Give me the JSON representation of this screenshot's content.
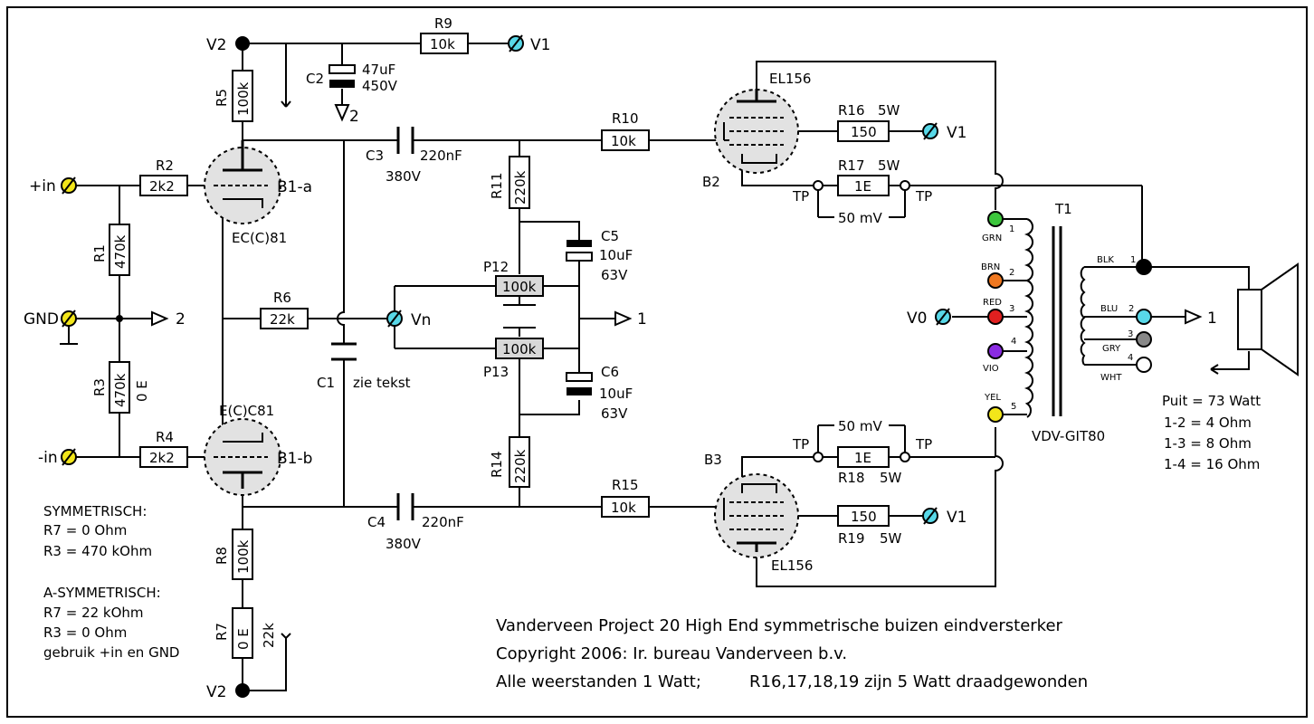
{
  "colors": {
    "yellow": "#f2e61a",
    "cyan": "#58d8e8",
    "green": "#3cc63c",
    "orange": "#f07820",
    "red": "#e02020",
    "violet": "#8a2be2",
    "gray": "#888888",
    "white": "#ffffff",
    "black": "#000000"
  },
  "rails": {
    "v2_top": "V2",
    "v2_bottom": "V2",
    "v1_r9": "V1",
    "v1_r16": "V1",
    "v1_r19": "V1",
    "vn": "Vn",
    "v0": "V0"
  },
  "inputs": {
    "plus_in": "+in",
    "gnd": "GND",
    "minus_in": "-in"
  },
  "refs": {
    "two": "2",
    "one": "1"
  },
  "resistors": {
    "r1": {
      "name": "R1",
      "value": "470k"
    },
    "r2": {
      "name": "R2",
      "value": "2k2"
    },
    "r3": {
      "name": "R3",
      "value": "470k",
      "alt": "0 E"
    },
    "r4": {
      "name": "R4",
      "value": "2k2"
    },
    "r5": {
      "name": "R5",
      "value": "100k"
    },
    "r6": {
      "name": "R6",
      "value": "22k"
    },
    "r7": {
      "name": "R7",
      "value": "0 E",
      "alt": "22k"
    },
    "r8": {
      "name": "R8",
      "value": "100k"
    },
    "r9": {
      "name": "R9",
      "value": "10k"
    },
    "r10": {
      "name": "R10",
      "value": "10k"
    },
    "r11": {
      "name": "R11",
      "value": "220k"
    },
    "r14": {
      "name": "R14",
      "value": "220k"
    },
    "r15": {
      "name": "R15",
      "value": "10k"
    },
    "r16": {
      "name": "R16",
      "value": "150",
      "power": "5W"
    },
    "r17": {
      "name": "R17",
      "value": "1E",
      "power": "5W"
    },
    "r18": {
      "name": "R18",
      "value": "1E",
      "power": "5W"
    },
    "r19": {
      "name": "R19",
      "value": "150",
      "power": "5W"
    }
  },
  "pots": {
    "p12": {
      "name": "P12",
      "value": "100k"
    },
    "p13": {
      "name": "P13",
      "value": "100k"
    }
  },
  "caps": {
    "c1": {
      "name": "C1",
      "value": "zie tekst"
    },
    "c2": {
      "name": "C2",
      "value": "47uF",
      "voltage": "450V"
    },
    "c3": {
      "name": "C3",
      "value": "220nF",
      "voltage": "380V"
    },
    "c4": {
      "name": "C4",
      "value": "220nF",
      "voltage": "380V"
    },
    "c5": {
      "name": "C5",
      "value": "10uF",
      "voltage": "63V"
    },
    "c6": {
      "name": "C6",
      "value": "10uF",
      "voltage": "63V"
    }
  },
  "tubes": {
    "b1a": "B1-a",
    "b1a_type": "EC(C)81",
    "b1b": "B1-b",
    "b1b_type": "E(C)C81",
    "b2": "B2",
    "b2_type": "EL156",
    "b3": "B3",
    "b3_type": "EL156"
  },
  "testpoints": {
    "tp": "TP",
    "mv_top": "50 mV",
    "mv_bottom": "50 mV"
  },
  "transformer": {
    "name": "T1",
    "model": "VDV-GIT80",
    "primary": [
      {
        "n": "1",
        "color": "GRN"
      },
      {
        "n": "2",
        "color": "BRN"
      },
      {
        "n": "3",
        "color": "RED"
      },
      {
        "n": "4",
        "color": "VIO"
      },
      {
        "n": "5",
        "color": "YEL"
      }
    ],
    "secondary": [
      {
        "n": "1",
        "color": "BLK"
      },
      {
        "n": "2",
        "color": "BLU"
      },
      {
        "n": "3",
        "color": "GRY"
      },
      {
        "n": "4",
        "color": "WHT"
      }
    ]
  },
  "specs": [
    "Puit = 73 Watt",
    "1-2 = 4 Ohm",
    "1-3 = 8 Ohm",
    "1-4 = 16 Ohm"
  ],
  "notes": {
    "sym_title": "SYMMETRISCH:",
    "sym_1": "R7 = 0 Ohm",
    "sym_2": "R3 = 470 kOhm",
    "asym_title": "A-SYMMETRISCH:",
    "asym_1": "R7 = 22 kOhm",
    "asym_2": "R3 = 0 Ohm",
    "asym_3": "gebruik +in en GND"
  },
  "title": {
    "line1": "Vanderveen Project 20 High End symmetrische buizen eindversterker",
    "line2": "Copyright 2006: Ir. bureau Vanderveen b.v.",
    "line3a": "Alle weerstanden 1 Watt;",
    "line3b": "R16,17,18,19 zijn 5 Watt draadgewonden"
  }
}
